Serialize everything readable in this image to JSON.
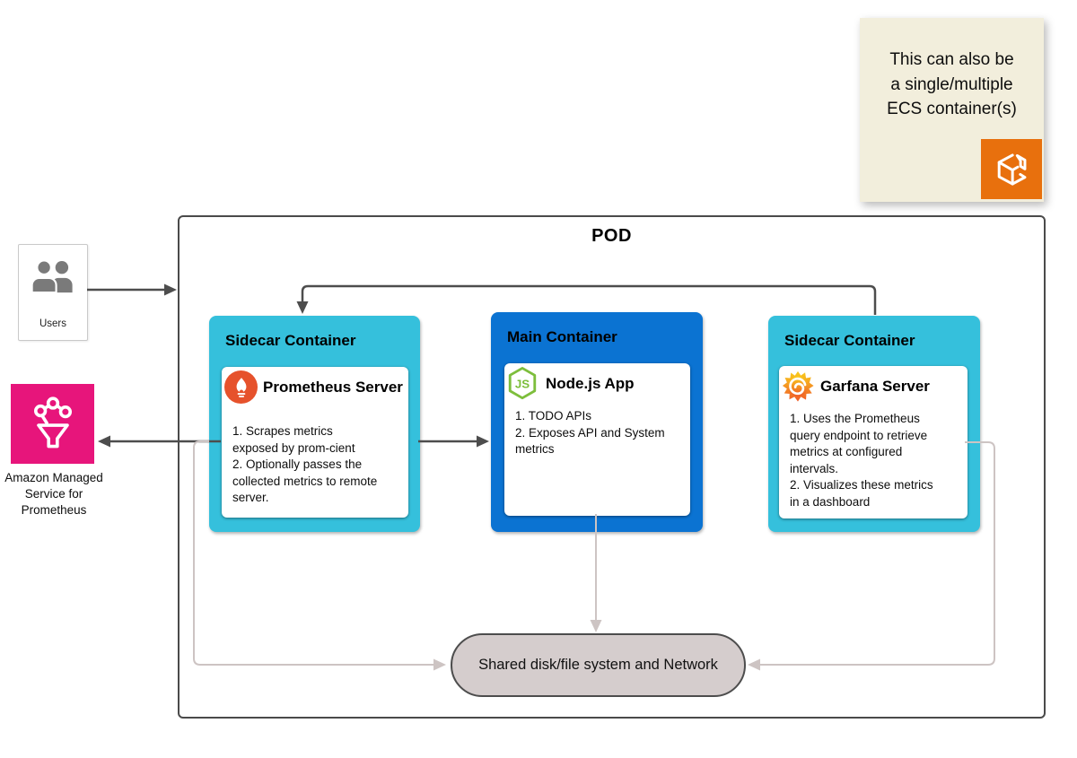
{
  "note": {
    "lines": [
      "This can also be",
      "a single/multiple",
      "ECS container(s)"
    ],
    "bg": "#F2EEDC"
  },
  "users": {
    "label": "Users"
  },
  "amp": {
    "lines": [
      "Amazon Managed",
      "Service for",
      "Prometheus"
    ],
    "color": "#E7157B"
  },
  "pod": {
    "title": "POD"
  },
  "containers": [
    {
      "title": "Sidecar Container",
      "service": "Prometheus Server",
      "icon": "prometheus-icon",
      "body": "1. Scrapes metrics\nexposed by prom-cient\n2. Optionally passes the\ncollected metrics to remote\nserver.",
      "color": "#35C0DC"
    },
    {
      "title": "Main Container",
      "service": "Node.js App",
      "icon": "nodejs-icon",
      "body": "1. TODO  APIs\n2. Exposes API and System\nmetrics",
      "color": "#0B73D2"
    },
    {
      "title": "Sidecar Container",
      "service": "Garfana Server",
      "icon": "grafana-icon",
      "body": "1. Uses the Prometheus\nquery endpoint to retrieve\nmetrics at configured\nintervals.\n2. Visualizes these metrics\nin a dashboard",
      "color": "#35C0DC"
    }
  ],
  "shared": {
    "label": "Shared disk/file system and Network"
  },
  "colors": {
    "arrow_dark": "#4D4D4D",
    "arrow_light": "#CDC4C3",
    "pill_bg": "#D5CDCD",
    "ecs_orange": "#E8700D",
    "prometheus_orange": "#E6522C",
    "node_green": "#7DBE3C",
    "grafana_orange": "#F05A28",
    "grafana_yellow": "#F9CE1D"
  }
}
